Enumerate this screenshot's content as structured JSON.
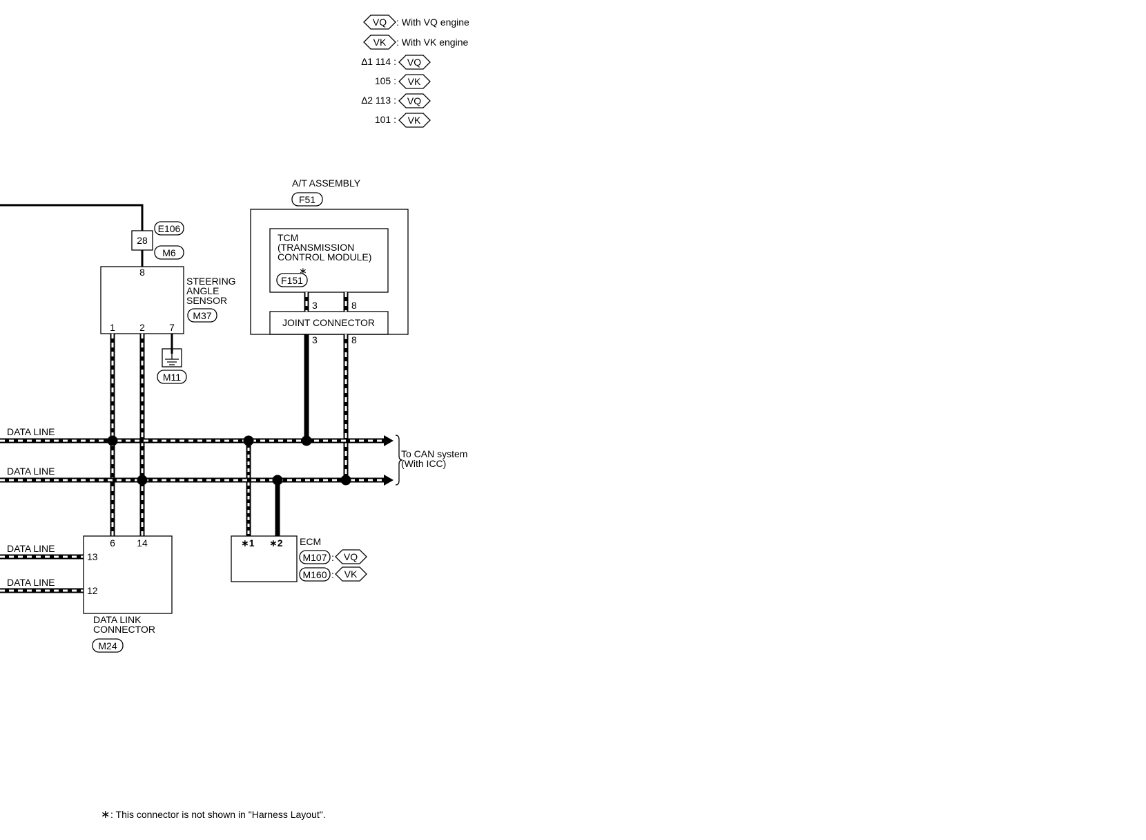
{
  "legend": {
    "vq_tag": "VQ",
    "vq_text": ": With VQ engine",
    "vk_tag": "VK",
    "vk_text": ": With VK engine",
    "note1_star": "∆1 114 :",
    "note1_vk_prefix": "105 :",
    "note2_star": "∆2 113 :",
    "note2_vk_prefix": "101 :"
  },
  "at_assembly": {
    "title": "A/T ASSEMBLY",
    "connector": "F51",
    "tcm_line1": "TCM",
    "tcm_line2": "(TRANSMISSION",
    "tcm_line3": " CONTROL MODULE)",
    "tcm_connector": "F151",
    "tcm_star": "∗",
    "joint_connector": "JOINT CONNECTOR",
    "pin_3_top": "3",
    "pin_8_top": "8",
    "pin_3_bottom": "3",
    "pin_8_bottom": "8"
  },
  "steering_sensor": {
    "connector_top": "E106",
    "connector_bottom": "M6",
    "junction_pin": "28",
    "pin_8": "8",
    "line1": "STEERING",
    "line2": "ANGLE",
    "line3": "SENSOR",
    "connector": "M37",
    "pin_1": "1",
    "pin_2": "2",
    "pin_7": "7",
    "ground_connector": "M11"
  },
  "bus": {
    "data_line_1": "DATA LINE",
    "data_line_2": "DATA LINE",
    "to_can_line1": "To CAN system",
    "to_can_line2": "(With ICC)"
  },
  "dlc": {
    "data_line_13": "DATA LINE",
    "data_line_12": "DATA LINE",
    "pin_6": "6",
    "pin_14": "14",
    "pin_13": "13",
    "pin_12": "12",
    "line1": "DATA LINK",
    "line2": "CONNECTOR",
    "connector": "M24"
  },
  "ecm": {
    "pin_star1": "∗1",
    "pin_star2": "∗2",
    "title": "ECM",
    "connector_vq": "M107",
    "connector_vk": "M160",
    "colon": ":"
  },
  "footnote": {
    "star": "∗",
    "text": ": This connector is not shown in \"Harness Layout\"."
  }
}
